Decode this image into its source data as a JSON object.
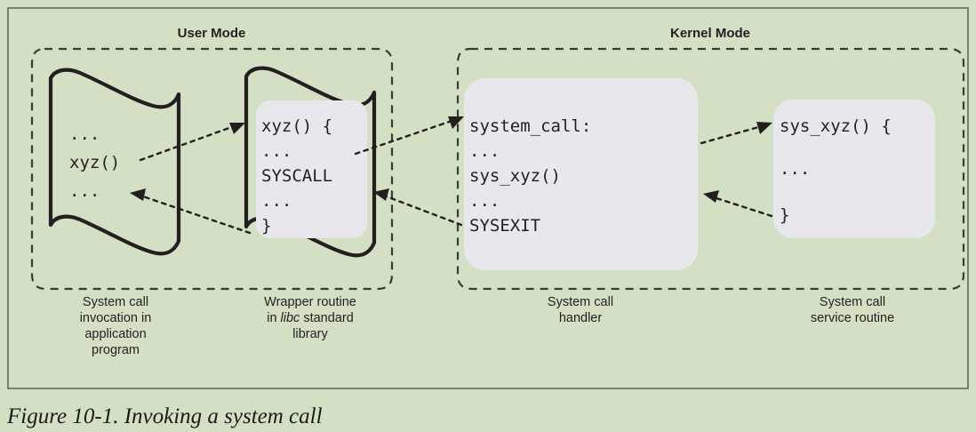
{
  "figure": {
    "caption": "Figure 10-1. Invoking a system call",
    "background_color": "#d3e0c4",
    "panel_color": "#e8e8ec",
    "ink_color": "#231f20",
    "frame_color": "#5e6b57"
  },
  "regions": [
    {
      "id": "user-mode",
      "title": "User Mode"
    },
    {
      "id": "kernel-mode",
      "title": "Kernel Mode"
    }
  ],
  "blocks": [
    {
      "id": "application-program",
      "shape": "scroll",
      "code_lines": [
        "...",
        "xyz()",
        "..."
      ],
      "caption_lines": [
        "System call",
        "invocation in",
        "application",
        "program"
      ]
    },
    {
      "id": "libc-wrapper",
      "shape": "scroll-with-panel",
      "code_lines": [
        "xyz() {",
        "...",
        "SYSCALL",
        "...",
        "}"
      ],
      "caption_lines": [
        "Wrapper routine",
        "in libc standard",
        "library"
      ],
      "caption_italic_word": "libc"
    },
    {
      "id": "system-call-handler",
      "shape": "rounded-panel",
      "code_lines": [
        "system_call:",
        "   ...",
        "   sys_xyz()",
        "   ...",
        "   SYSEXIT"
      ],
      "caption_lines": [
        "System call",
        "handler"
      ]
    },
    {
      "id": "system-call-service-routine",
      "shape": "rounded-panel",
      "code_lines": [
        "sys_xyz() {",
        "",
        "   ...",
        "",
        "}"
      ],
      "caption_lines": [
        "System call",
        "service routine"
      ]
    }
  ],
  "arrows": [
    {
      "id": "app-to-wrapper",
      "from": "application-program",
      "to": "libc-wrapper",
      "direction": "right"
    },
    {
      "id": "wrapper-to-app",
      "from": "libc-wrapper",
      "to": "application-program",
      "direction": "left"
    },
    {
      "id": "wrapper-to-handler",
      "from": "libc-wrapper",
      "to": "system-call-handler",
      "direction": "right"
    },
    {
      "id": "handler-to-wrapper",
      "from": "system-call-handler",
      "to": "libc-wrapper",
      "direction": "left"
    },
    {
      "id": "handler-to-service",
      "from": "system-call-handler",
      "to": "system-call-service-routine",
      "direction": "right"
    },
    {
      "id": "service-to-handler",
      "from": "system-call-service-routine",
      "to": "system-call-handler",
      "direction": "left"
    }
  ]
}
